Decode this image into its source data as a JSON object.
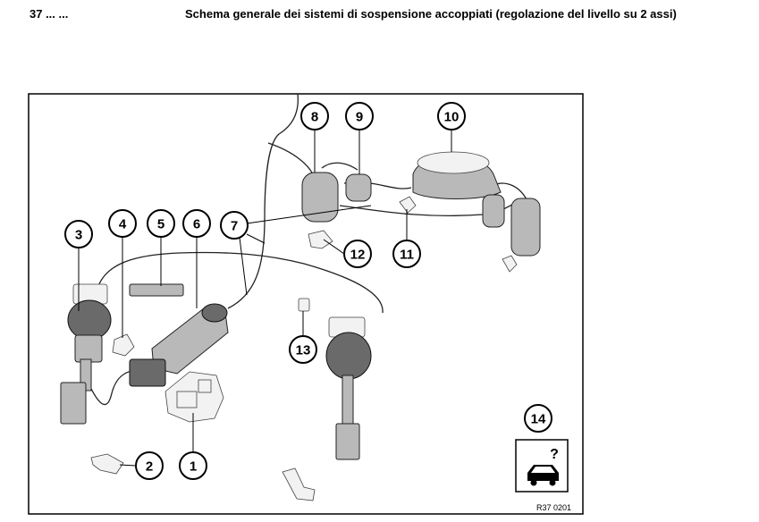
{
  "header": {
    "code": "37 ... ...",
    "title": "Schema generale dei sistemi di sospensione accoppiati (regolazione del livello su 2 assi)"
  },
  "diagram": {
    "reference": "R37 0201",
    "legend_icon": "car-help-icon",
    "callouts": [
      {
        "label": "1"
      },
      {
        "label": "2"
      },
      {
        "label": "3"
      },
      {
        "label": "4"
      },
      {
        "label": "5"
      },
      {
        "label": "6"
      },
      {
        "label": "7"
      },
      {
        "label": "8"
      },
      {
        "label": "9"
      },
      {
        "label": "10"
      },
      {
        "label": "11"
      },
      {
        "label": "12"
      },
      {
        "label": "13"
      },
      {
        "label": "14"
      }
    ]
  }
}
